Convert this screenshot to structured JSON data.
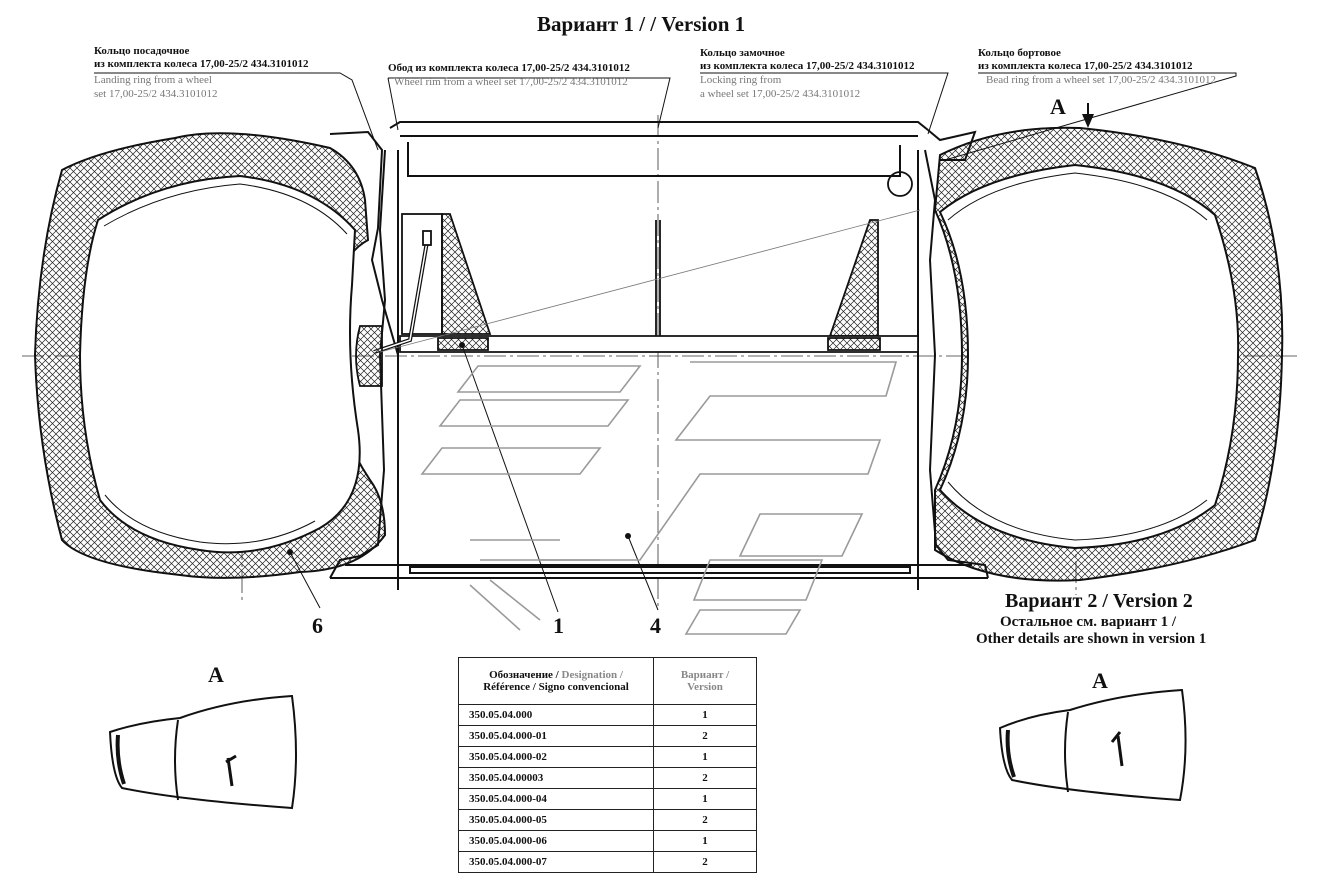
{
  "title": "Вариант 1 / / Version 1",
  "labels": {
    "landing_ring": {
      "ru1": "Кольцо посадочное",
      "ru2": "из комплекта колеса 17,00-25/2 434.3101012",
      "en1": "Landing ring from a wheel",
      "en2": "set 17,00-25/2 434.3101012"
    },
    "wheel_rim": {
      "ru1": "Обод из комплекта колеса 17,00-25/2 434.3101012",
      "en1": "Wheel rim from a wheel set 17,00-25/2 434.3101012"
    },
    "locking_ring": {
      "ru1": "Кольцо замочное",
      "ru2": "из комплекта колеса 17,00-25/2 434.3101012",
      "en1": "Locking ring from",
      "en2": "a wheel set 17,00-25/2 434.3101012"
    },
    "bead_ring": {
      "ru1": "Кольцо бортовое",
      "ru2": "из комплекта колеса 17,00-25/2 434.3101012",
      "en1": "Bead ring from a wheel set 17,00-25/2 434.3101012"
    }
  },
  "callouts": [
    "6",
    "1",
    "4"
  ],
  "view_label": "A",
  "version2": {
    "title": "Вариант 2 / Version 2",
    "note1": "Остальное см. вариант 1 /",
    "note2": "Other details are shown in version 1"
  },
  "table": {
    "header_designation_ru": "Обозначение / ",
    "header_designation_en": "Designation /",
    "header_designation_fr": "Référence / Signo convencional",
    "header_version_ru": "Вариант /",
    "header_version_en": "Version",
    "rows": [
      {
        "designation": "350.05.04.000",
        "version": "1"
      },
      {
        "designation": "350.05.04.000-01",
        "version": "2"
      },
      {
        "designation": "350.05.04.000-02",
        "version": "1"
      },
      {
        "designation": "350.05.04.00003",
        "version": "2"
      },
      {
        "designation": "350.05.04.000-04",
        "version": "1"
      },
      {
        "designation": "350.05.04.000-05",
        "version": "2"
      },
      {
        "designation": "350.05.04.000-06",
        "version": "1"
      },
      {
        "designation": "350.05.04.000-07",
        "version": "2"
      }
    ]
  },
  "colors": {
    "line": "#111111",
    "watermark": "#9a9a9a",
    "secondary_text": "#777777"
  }
}
